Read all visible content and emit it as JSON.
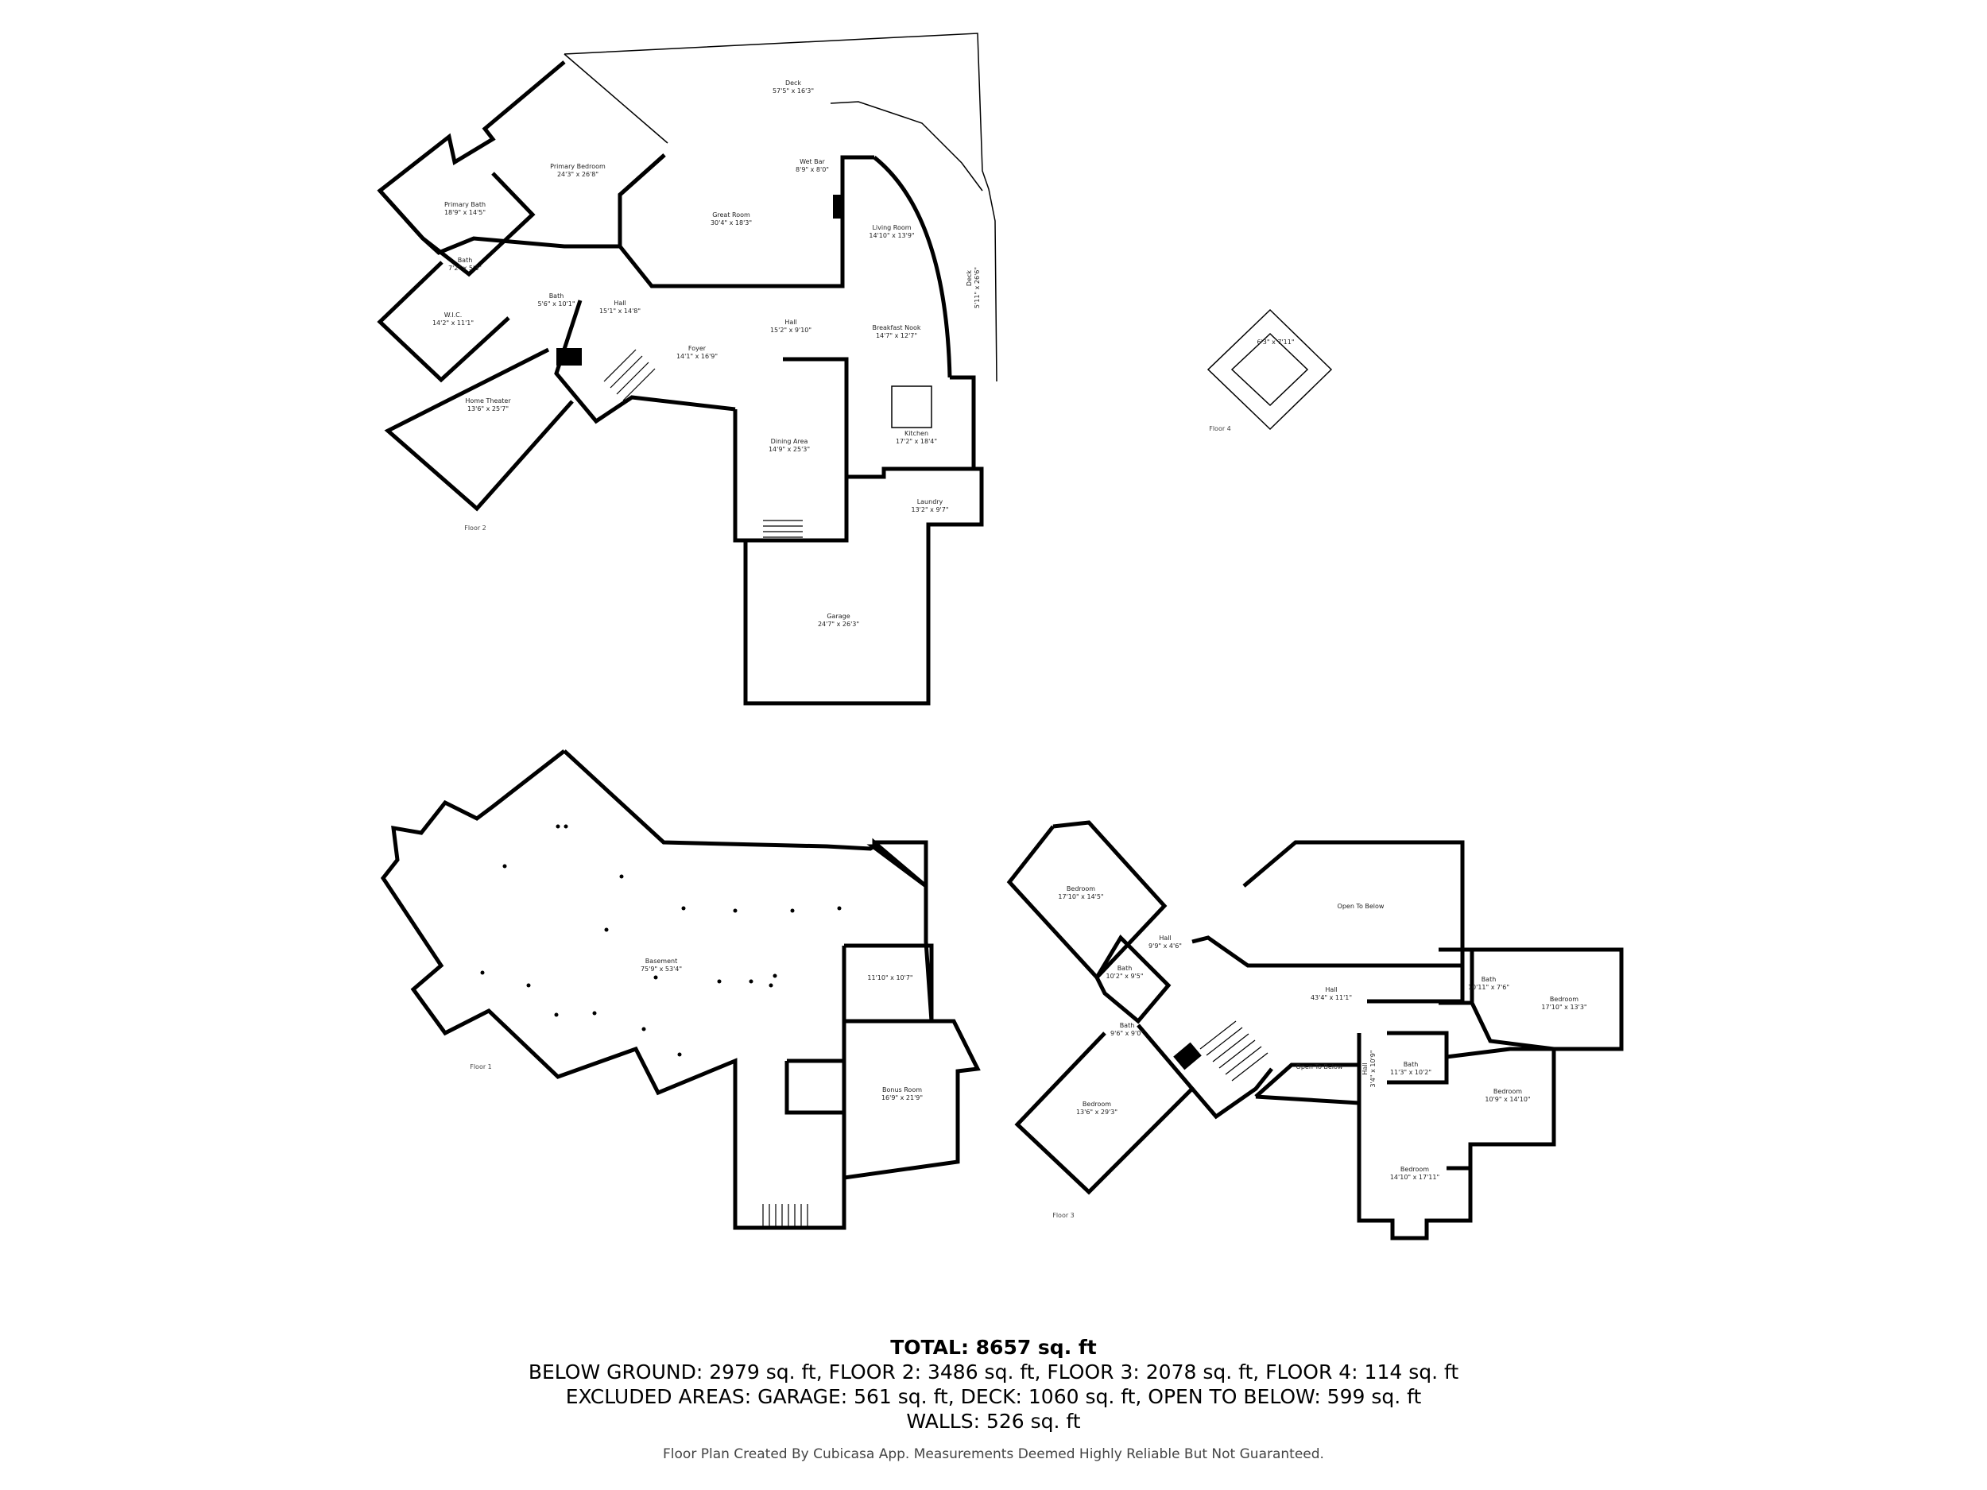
{
  "floors": [
    {
      "id": "floor-2",
      "label": "Floor 2",
      "rooms": [
        {
          "name": "Deck",
          "dims": "57'5\" x 16'3\""
        },
        {
          "name": "Primary Bedroom",
          "dims": "24'3\" x 26'8\""
        },
        {
          "name": "Primary Bath",
          "dims": "18'9\" x 14'5\""
        },
        {
          "name": "Wet Bar",
          "dims": "8'9\" x 8'0\""
        },
        {
          "name": "Great Room",
          "dims": "30'4\" x 18'3\""
        },
        {
          "name": "Living Room",
          "dims": "14'10\" x 13'9\""
        },
        {
          "name": "Bath",
          "dims": "7'2\" x 5'3\""
        },
        {
          "name": "Bath",
          "dims": "5'6\" x 10'1\""
        },
        {
          "name": "W.I.C.",
          "dims": "14'2\" x 11'1\""
        },
        {
          "name": "Hall",
          "dims": "15'1\" x 14'8\""
        },
        {
          "name": "Hall",
          "dims": "15'2\" x 9'10\""
        },
        {
          "name": "Breakfast Nook",
          "dims": "14'7\" x 12'7\""
        },
        {
          "name": "Deck",
          "dims": "5'11\" x 26'6\""
        },
        {
          "name": "Foyer",
          "dims": "14'1\" x 16'9\""
        },
        {
          "name": "Home Theater",
          "dims": "13'6\" x 25'7\""
        },
        {
          "name": "Kitchen",
          "dims": "17'2\" x 18'4\""
        },
        {
          "name": "Dining Area",
          "dims": "14'9\" x 25'3\""
        },
        {
          "name": "Laundry",
          "dims": "13'2\" x 9'7\""
        },
        {
          "name": "Garage",
          "dims": "24'7\" x 26'3\""
        }
      ]
    },
    {
      "id": "floor-4",
      "label": "Floor 4",
      "rooms": [
        {
          "name": "",
          "dims": "6'3\" x 7'11\""
        }
      ]
    },
    {
      "id": "floor-1",
      "label": "Floor 1",
      "rooms": [
        {
          "name": "Basement",
          "dims": "75'9\" x 53'4\""
        },
        {
          "name": "",
          "dims": "11'10\" x 10'7\""
        },
        {
          "name": "Bonus Room",
          "dims": "16'9\" x 21'9\""
        }
      ]
    },
    {
      "id": "floor-3",
      "label": "Floor 3",
      "rooms": [
        {
          "name": "Bedroom",
          "dims": "17'10\" x 14'5\""
        },
        {
          "name": "Hall",
          "dims": "9'9\" x 4'6\""
        },
        {
          "name": "Bath",
          "dims": "10'2\" x 9'5\""
        },
        {
          "name": "Bath",
          "dims": "9'6\" x 9'0\""
        },
        {
          "name": "Bedroom",
          "dims": "13'6\" x 29'3\""
        },
        {
          "name": "Open To Below",
          "dims": ""
        },
        {
          "name": "Hall",
          "dims": "43'4\" x 11'1\""
        },
        {
          "name": "Open To Below",
          "dims": ""
        },
        {
          "name": "Bath",
          "dims": "10'11\" x 7'6\""
        },
        {
          "name": "Bedroom",
          "dims": "17'10\" x 13'3\""
        },
        {
          "name": "Hall",
          "dims": "3'4\" x 10'9\""
        },
        {
          "name": "Bath",
          "dims": "11'3\" x 10'2\""
        },
        {
          "name": "Bedroom",
          "dims": "10'9\" x 14'10\""
        },
        {
          "name": "Bedroom",
          "dims": "14'10\" x 17'11\""
        }
      ]
    }
  ],
  "summary": {
    "total": "TOTAL: 8657 sq. ft",
    "line1": "BELOW GROUND: 2979 sq. ft, FLOOR 2: 3486 sq. ft, FLOOR 3: 2078 sq. ft, FLOOR 4: 114 sq. ft",
    "line2": "EXCLUDED AREAS: GARAGE: 561 sq. ft, DECK: 1060 sq. ft, OPEN TO BELOW: 599 sq. ft",
    "line3": "WALLS: 526 sq. ft"
  },
  "disclaimer": "Floor Plan Created By Cubicasa App. Measurements Deemed Highly Reliable But Not Guaranteed."
}
